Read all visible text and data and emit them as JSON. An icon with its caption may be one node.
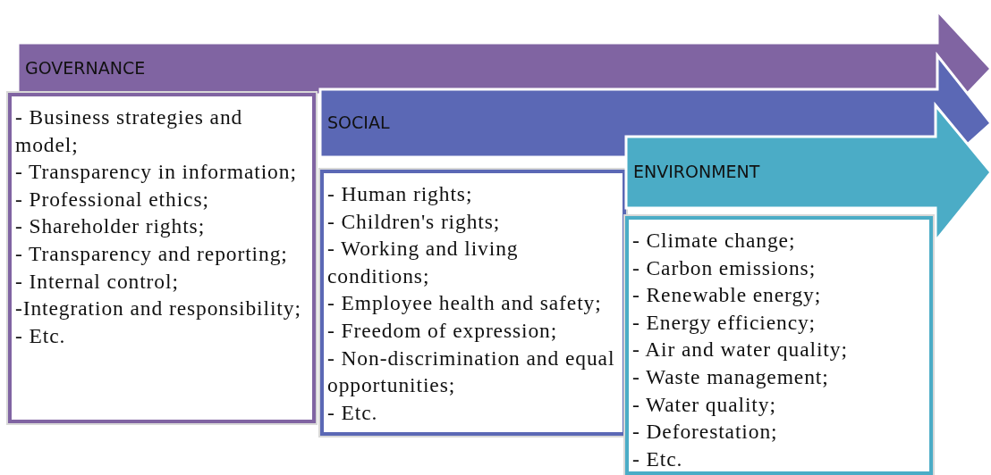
{
  "diagram": {
    "nodes": [
      {
        "text": [
          "GOVERNANCE"
        ]
      },
      {
        "text": [
          "- Business strategies and model;",
          "- Transparency in information;",
          "- Professional ethics;",
          "- Shareholder rights;",
          "- Transparency and reporting;",
          "- Internal control;",
          "-Integration and responsibility;",
          "- Etc."
        ]
      },
      {
        "text": [
          "SOCIAL"
        ]
      },
      {
        "text": [
          "- Human rights;",
          "- Children's rights;",
          "- Working and living conditions;",
          "- Employee health and safety;",
          "- Freedom of expression;",
          "- Non-discrimination and equal opportunities;",
          "- Etc."
        ]
      },
      {
        "text": [
          "ENVIRONMENT"
        ]
      },
      {
        "text": [
          "- Climate change;",
          "- Carbon emissions;",
          "- Renewable energy;",
          "- Energy efficiency;",
          "- Air and water quality;",
          "- Waste management;",
          "- Water quality;",
          "- Deforestation;",
          "- Etc."
        ]
      }
    ],
    "edges": []
  }
}
